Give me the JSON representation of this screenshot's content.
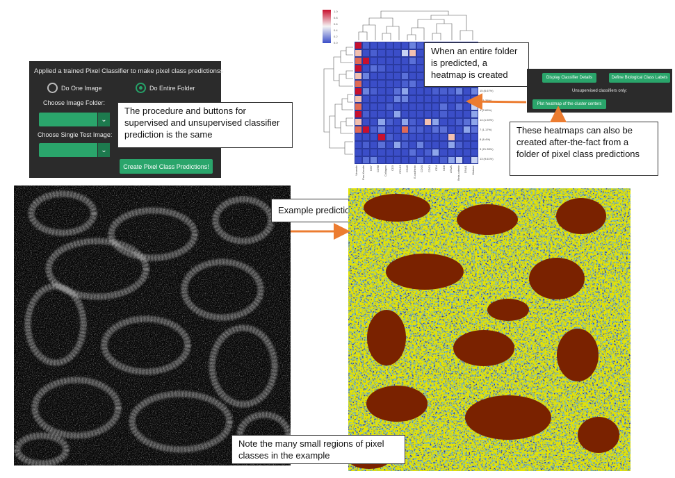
{
  "classifier_panel": {
    "title": "Applied a trained Pixel Classifier to make pixel class predictionss",
    "radio_one": "Do One Image",
    "radio_folder": "Do Entire Folder",
    "selected": "Do Entire Folder",
    "folder_label": "Choose Image Folder:",
    "test_image_label": "Choose Single Test Image:",
    "predict_button": "Create Pixel Class Predictions!"
  },
  "callouts": {
    "procedure": "The procedure and buttons for supervised and unsupervised classifier prediction is the same",
    "folder_heatmap": "When an entire folder is predicted, a heatmap is created",
    "after_fact": "These heatmaps can also be created after-the-fact from a folder of pixel class predictions",
    "example": "Example prediction",
    "note": "Note the many small regions of pixel classes in the example"
  },
  "options_panel": {
    "details_button": "Display Classifier Details",
    "labels_button": "Define Biological Class Labels",
    "unsupervised_label": "Unsupervised classifiers only:",
    "plot_button": "Plot heatmap of the cluster centers"
  },
  "heatmap": {
    "colorbar_ticks": [
      "1.0",
      "0.8",
      "0.6",
      "0.4",
      "0.2",
      "0.0"
    ],
    "row_labels": [
      "15 (6.67%)",
      "2 (1.35%)",
      "4 (2.69%)",
      "14 (1.92%)",
      "7 (1.17%)",
      "8 (6.4%)",
      "3 (21.35%)",
      "13 (9.61%)"
    ],
    "column_labels": [
      "Vimentin",
      "Pan-Keratin",
      "Ki67",
      "CD68",
      "Collagen",
      "CD3",
      "CD163",
      "CD45",
      "E-cadherin",
      "CD20",
      "CD31",
      "CD4",
      "CD8",
      "aSMA",
      "Beta-catenin",
      "DNA1",
      "Histone"
    ],
    "colors": {
      "high": "#c8102e",
      "mid": "#f4f4f4",
      "low": "#3b4ec8"
    }
  },
  "colors": {
    "panel_bg": "#2b2b2b",
    "accent_green": "#2aa56b",
    "arrow_orange": "#ec7c30",
    "prediction_bg": "#2f3596",
    "prediction_lumen": "#7a2200",
    "prediction_yellow": "#c9c400",
    "prediction_cyan": "#2a8fb4",
    "prediction_green": "#4f8a3a",
    "prediction_red": "#c0392b"
  }
}
